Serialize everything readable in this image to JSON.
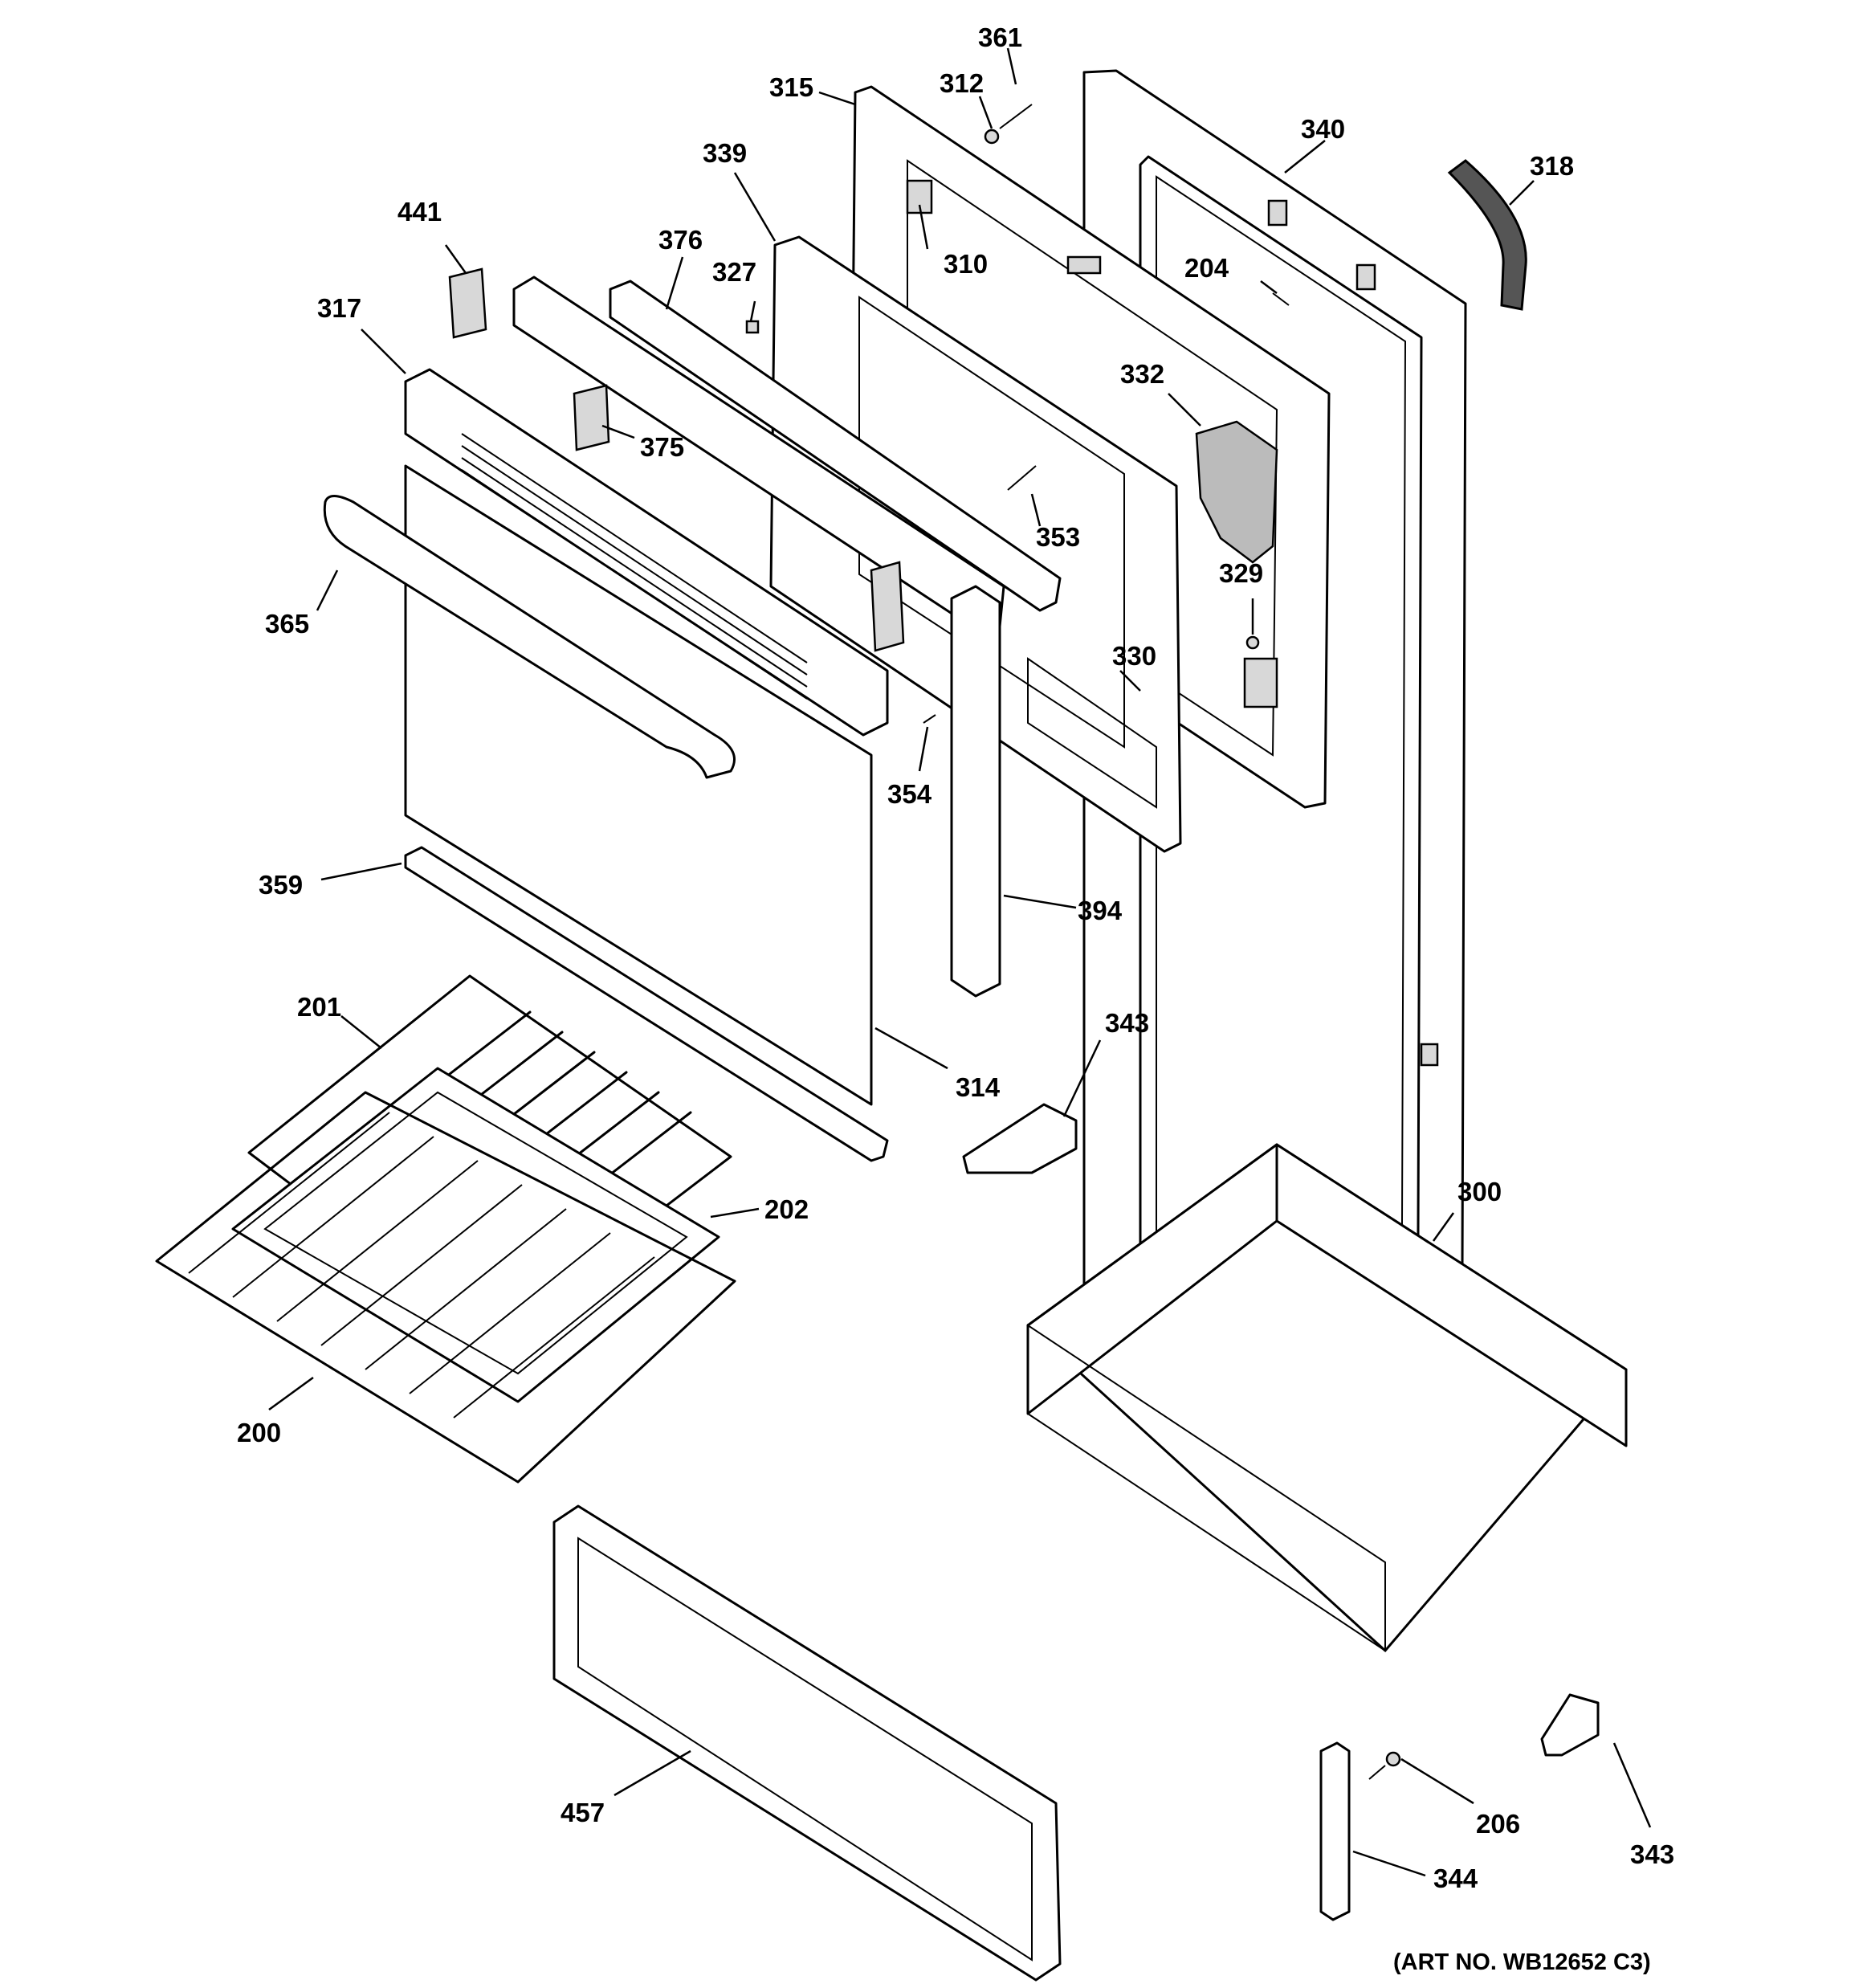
{
  "diagram": {
    "labels": {
      "p361": "361",
      "p312": "312",
      "p315": "315",
      "p340": "340",
      "p318": "318",
      "p339": "339",
      "p310": "310",
      "p441": "441",
      "p376": "376",
      "p327": "327",
      "p204": "204",
      "p317": "317",
      "p332": "332",
      "p375": "375",
      "p353": "353",
      "p365": "365",
      "p329": "329",
      "p330": "330",
      "p354": "354",
      "p359": "359",
      "p394": "394",
      "p201": "201",
      "p343a": "343",
      "p314": "314",
      "p300": "300",
      "p202": "202",
      "p200": "200",
      "p457": "457",
      "p206": "206",
      "p343b": "343",
      "p344": "344"
    },
    "art_number": "(ART NO. WB12652 C3)"
  }
}
